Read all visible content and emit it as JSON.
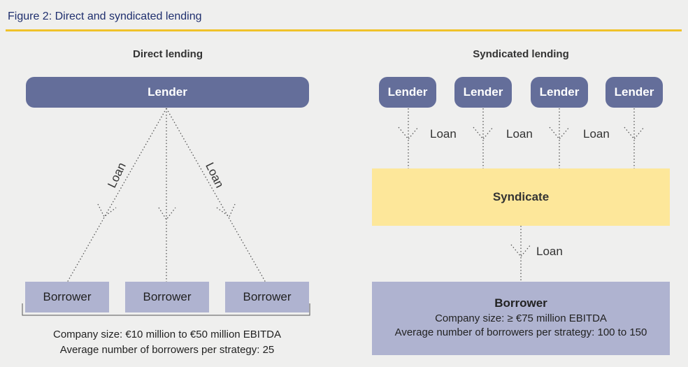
{
  "figure_title": "Figure 2: Direct and syndicated lending",
  "direct": {
    "heading": "Direct lending",
    "lender_label": "Lender",
    "loan_label": "Loan",
    "borrowers": [
      "Borrower",
      "Borrower",
      "Borrower"
    ],
    "caption_line1": "Company size: €10 million to €50 million EBITDA",
    "caption_line2": "Average number of borrowers per strategy: 25"
  },
  "syndicated": {
    "heading": "Syndicated lending",
    "lenders": [
      "Lender",
      "Lender",
      "Lender",
      "Lender"
    ],
    "loan_label": "Loan",
    "syndicate_label": "Syndicate",
    "borrower_label": "Borrower",
    "borrower_line1": "Company size: ≥ €75 million EBITDA",
    "borrower_line2": "Average number of borrowers per strategy: 100 to 150"
  },
  "colors": {
    "title_blue": "#1f2f6e",
    "accent_yellow": "#f0c22a",
    "lender_fill": "#646e9a",
    "borrower_fill": "#afb3d0",
    "syndicate_fill": "#fde79a"
  }
}
